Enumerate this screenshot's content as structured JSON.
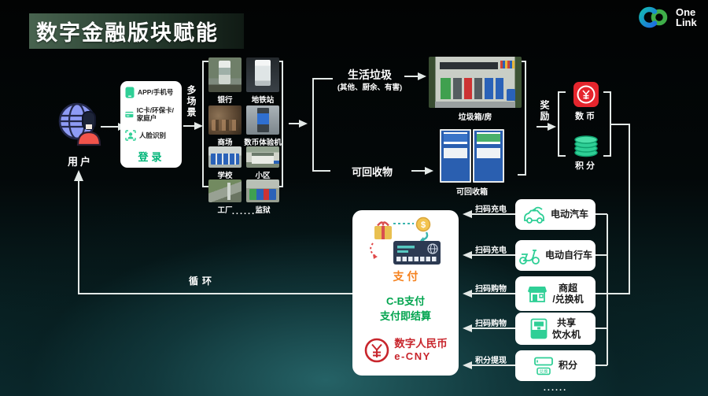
{
  "title": "数字金融版块赋能",
  "logo": {
    "line1": "One",
    "line2": "Link"
  },
  "user": {
    "label": "用户"
  },
  "login": {
    "items": [
      {
        "icon": "phone-icon",
        "label": "APP/手机号"
      },
      {
        "icon": "card-icon",
        "label": "IC卡/环保卡/家庭户"
      },
      {
        "icon": "face-id-icon",
        "label": "人脸识别"
      }
    ],
    "action": "登录"
  },
  "multi_scene": "多场景",
  "scenes": [
    {
      "label": "银行"
    },
    {
      "label": "地铁站"
    },
    {
      "label": "商场"
    },
    {
      "label": "数币体验机"
    },
    {
      "label": "学校"
    },
    {
      "label": "小区"
    },
    {
      "label": "工厂"
    },
    {
      "label": "监狱"
    }
  ],
  "scenes_more": "......",
  "waste": {
    "household": {
      "title": "生活垃圾",
      "subtitle": "(其他、厨余、有害)",
      "target": "垃圾箱/房"
    },
    "recyclable": {
      "title": "可回收物",
      "target": "可回收箱"
    }
  },
  "reward": {
    "label": "奖励",
    "digital_currency": "数币",
    "points": "积分"
  },
  "payment": {
    "title": "支 付",
    "line1": "C-B支付",
    "line2": "支付即结算",
    "brand_name": "数字人民币",
    "brand_sub": "e-CNY"
  },
  "loop_label": "循环",
  "services": [
    {
      "action": "扫码充电",
      "label": "电动汽车",
      "icon": "electric-car-icon"
    },
    {
      "action": "扫码充电",
      "label": "电动自行车",
      "icon": "electric-bike-icon"
    },
    {
      "action": "扫码购物",
      "label": "商超\n/兑换机",
      "icon": "store-icon"
    },
    {
      "action": "扫码购物",
      "label": "共享\n饮水机",
      "icon": "water-dispenser-icon"
    },
    {
      "action": "积分提现",
      "label": "积分",
      "icon": "points-coupon-icon"
    }
  ],
  "services_more": "......",
  "colors": {
    "accent_green": "#2fcf96",
    "login_green": "#00b578",
    "pay_orange": "#f5821f",
    "cb_green": "#00a44e",
    "ecny_red": "#c8252c",
    "digital_coin_red": "#e5252d",
    "line_white": "#e3e9e7"
  }
}
